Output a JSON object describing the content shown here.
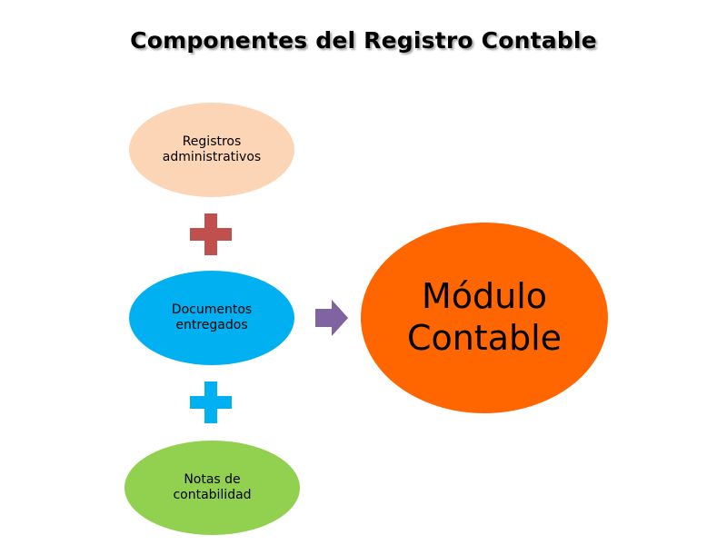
{
  "title": "Componentes del Registro Contable",
  "nodes": [
    {
      "id": "registros",
      "text": "Registros administrativos",
      "fill": "#FBD5B5"
    },
    {
      "id": "documentos",
      "text": "Documentos entregados",
      "fill": "#00B0F0"
    },
    {
      "id": "notas",
      "text": "Notas de contabilidad",
      "fill": "#92D050"
    },
    {
      "id": "modulo",
      "text": "Módulo Contable",
      "fill": "#FF6600"
    }
  ],
  "connectors": [
    {
      "type": "plus",
      "icon": "plus-icon",
      "color": "#C0504D"
    },
    {
      "type": "plus",
      "icon": "plus-icon",
      "color": "#00B0F0"
    },
    {
      "type": "arrow",
      "icon": "arrow-right-icon",
      "color": "#8064A2"
    }
  ]
}
